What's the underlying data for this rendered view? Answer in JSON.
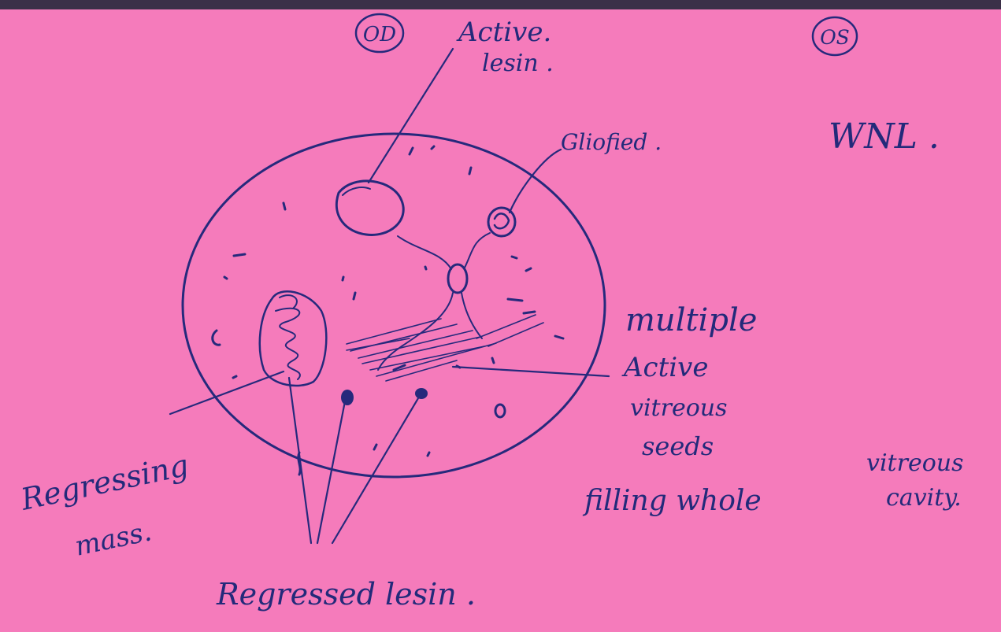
{
  "colors": {
    "paper": "#f57bbb",
    "ink": "#26297c",
    "top_edge": "#3b3048"
  },
  "eyes": {
    "right_eye": "OD",
    "left_eye": "OS",
    "left_eye_finding": "WNL ."
  },
  "labels": {
    "active_lesion": [
      "Active.",
      "lesin ."
    ],
    "glial": "Gliofied .",
    "multiple_seeds": [
      "multiple",
      "Active",
      "vitreous",
      "seeds"
    ],
    "filling": [
      "filling whole",
      "vitreous",
      "cavity."
    ],
    "regressing": [
      "Regressing",
      "mass."
    ],
    "regressed": "Regressed lesin ."
  }
}
